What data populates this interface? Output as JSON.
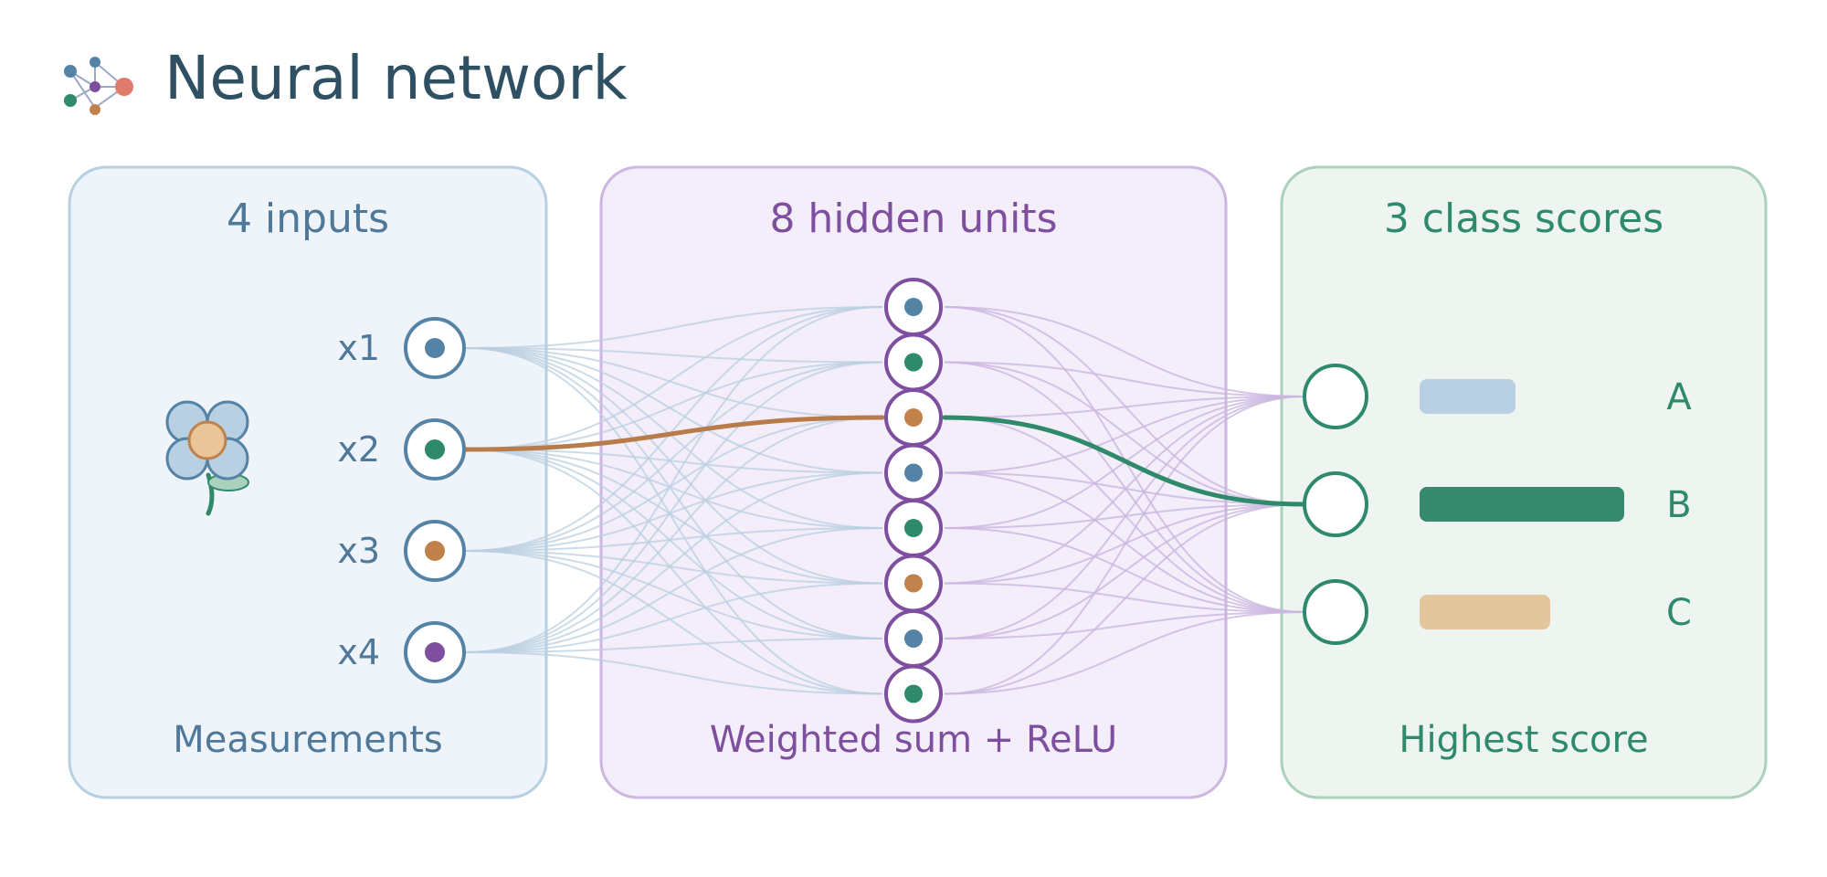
{
  "title": "Neural network",
  "panels": {
    "inputs": {
      "title": "4 inputs",
      "caption": "Measurements"
    },
    "hidden": {
      "title": "8 hidden units",
      "caption": "Weighted sum + ReLU"
    },
    "outputs": {
      "title": "3 class scores",
      "caption": "Highest score"
    }
  },
  "inputs": [
    {
      "label": "x1",
      "color": "#5583a6"
    },
    {
      "label": "x2",
      "color": "#2e8a6b"
    },
    {
      "label": "x3",
      "color": "#c0824a"
    },
    {
      "label": "x4",
      "color": "#7d4f9e"
    }
  ],
  "hidden_units": [
    {
      "color": "#5583a6"
    },
    {
      "color": "#2e8a6b"
    },
    {
      "color": "#c0824a"
    },
    {
      "color": "#5583a6"
    },
    {
      "color": "#2e8a6b"
    },
    {
      "color": "#c0824a"
    },
    {
      "color": "#5583a6"
    },
    {
      "color": "#2e8a6b"
    }
  ],
  "outputs": [
    {
      "label": "A",
      "score": 0.47,
      "color": "#b8d0e2"
    },
    {
      "label": "B",
      "score": 1.0,
      "color": "#378a6e"
    },
    {
      "label": "C",
      "score": 0.64,
      "color": "#e3c79c"
    }
  ],
  "highlight": {
    "input": 1,
    "hidden": 2,
    "output": 1
  },
  "colors": {
    "title": "#2f4f63",
    "input_accent": "#5583a6",
    "input_fill": "#eef4fa",
    "input_border": "#b6d0e2",
    "hidden_accent": "#7d4f9e",
    "hidden_fill": "#f4eefa",
    "hidden_border": "#cdb6e0",
    "output_accent": "#2e8a6b",
    "output_fill": "#eef5f0",
    "output_border": "#a9d1bc",
    "highlight_in": "#b87c4a",
    "highlight_out": "#2e8a6b"
  },
  "icons": {
    "logo": "neural-network-logo-icon",
    "flower": "flower-icon"
  }
}
